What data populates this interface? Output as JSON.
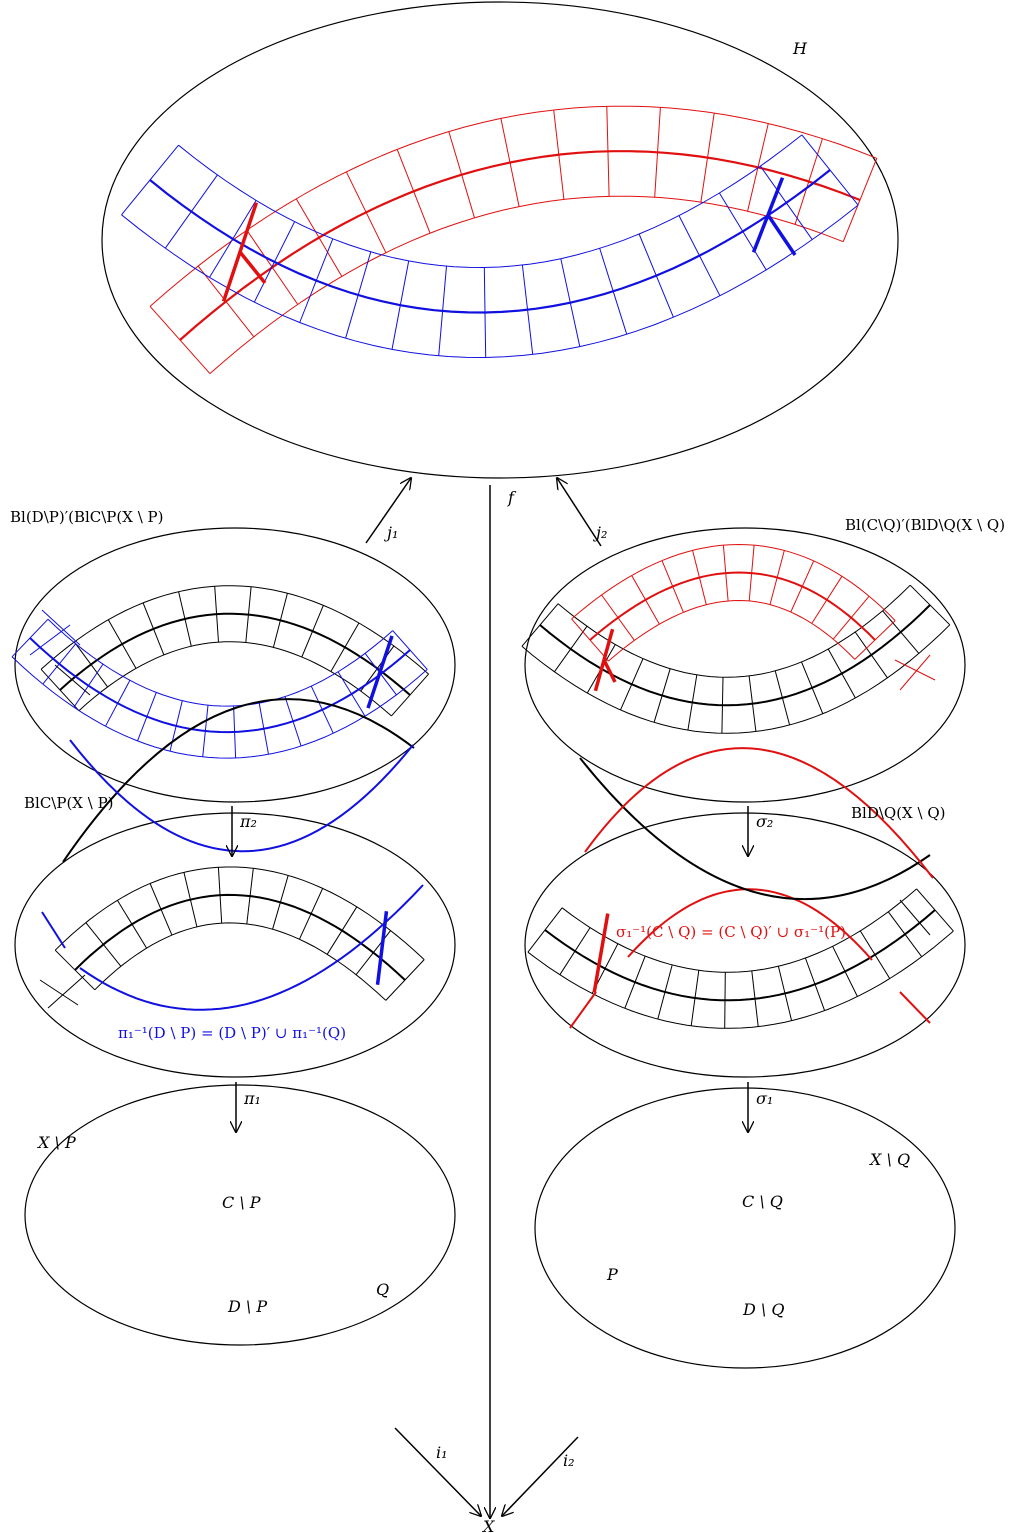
{
  "colors": {
    "red": "#e01010",
    "blue": "#1010e0",
    "black": "#000000"
  },
  "spaces": {
    "H": "H",
    "top_left": "Bl(D\\P)′(BlC\\P(X \\ P)",
    "top_right": "Bl(C\\Q)′(BlD\\Q(X \\ Q)",
    "mid_left": "BlC\\P(X \\ P)",
    "mid_right": "BlD\\Q(X \\ Q)",
    "bottom_left": "X \\ P",
    "bottom_right": "X \\ Q",
    "target": "X"
  },
  "curve_labels": {
    "mid_left_blue": "π₁⁻¹(D \\ P) = (D \\ P)′ ∪ π₁⁻¹(Q)",
    "mid_right_red": "σ₁⁻¹(C \\ Q) = (C \\ Q)′ ∪ σ₁⁻¹(P)",
    "bl_C": "C \\ P",
    "bl_D": "D \\ P",
    "bl_Q": "Q",
    "br_C": "C \\ Q",
    "br_D": "D \\ Q",
    "br_P": "P"
  },
  "maps": {
    "j1": "j₁",
    "j2": "j₂",
    "f": "f",
    "pi2": "π₂",
    "pi1": "π₁",
    "sigma2": "σ₂",
    "sigma1": "σ₁",
    "i1": "i₁",
    "i2": "i₂"
  }
}
